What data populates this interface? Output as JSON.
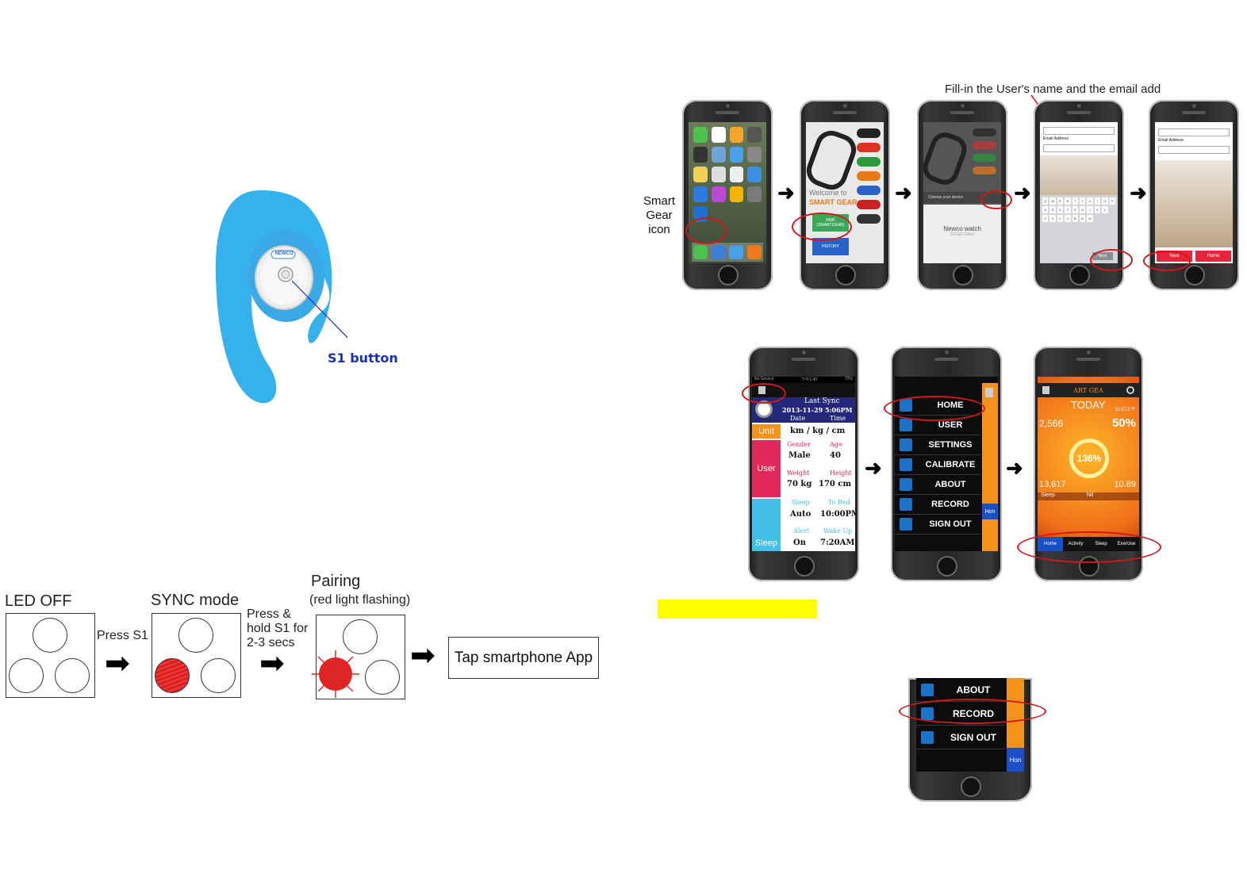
{
  "band": {
    "brand": "NEWCO",
    "s1_label": "S1 button"
  },
  "sequence": {
    "led_off": "LED OFF",
    "press_s1": "Press S1",
    "sync_mode": "SYNC mode",
    "press_hold": [
      "Press &",
      "hold S1 for",
      "2-3 secs"
    ],
    "pairing": "Pairing",
    "pairing_sub": "(red light flashing)",
    "tap": "Tap smartphone App"
  },
  "top_row": {
    "annotation": "Fill-in the User's name and the email add",
    "smart_gear_label": [
      "Smart",
      "Gear",
      "icon"
    ],
    "phone2": {
      "welcome": "Welcome to",
      "brand": "SMART GEAR",
      "btn1": "PAIR (SMARTGEAR)",
      "btn2": "HISTORY"
    },
    "phone3": {
      "choose": "Choose your device",
      "device": "Newco watch",
      "device_sub": "Smart Gear"
    },
    "phone4": {
      "email_label": "Email Address",
      "keys": [
        "Q",
        "W",
        "E",
        "R",
        "T",
        "Y",
        "U",
        "I",
        "O",
        "P",
        "A",
        "S",
        "D",
        "F",
        "G",
        "H",
        "J",
        "K",
        "L",
        "Z",
        "X",
        "C",
        "V",
        "B",
        "N",
        "M"
      ],
      "next": "Next"
    },
    "phone5": {
      "email_label": "Email Address",
      "next": "Next",
      "home": "Home"
    }
  },
  "settings_phone": {
    "status_left": "No Service",
    "status_time": "下午1:40",
    "status_right": "72%",
    "last_sync": "Last Sync",
    "date": "2013-11-29",
    "time": "5:06PM",
    "date_label": "Date",
    "time_label": "Time",
    "unit_label": "Unit",
    "unit_value": "km / kg / cm",
    "user_label": "User",
    "gender_label": "Gender",
    "gender": "Male",
    "age_label": "Age",
    "age": "40",
    "weight_label": "Weight",
    "weight": "70 kg",
    "height_label": "Height",
    "height": "170 cm",
    "sleep_label": "Sleep",
    "sleep_h": "Sleep",
    "sleep": "Auto",
    "tobed_h": "To Bed",
    "tobed": "10:00PM",
    "alert_h": "Alert",
    "alert": "On",
    "wakeup_h": "Wake Up",
    "wakeup": "7:20AM"
  },
  "menu_phone": {
    "items": [
      "HOME",
      "USER",
      "SETTINGS",
      "CALIBRATE",
      "ABOUT",
      "RECORD",
      "SIGN OUT"
    ],
    "side_home": "Hon"
  },
  "today_phone": {
    "header": "ART GEA",
    "today": "TODAY",
    "last_time": "11:57上午",
    "steps": "2,566",
    "percent": "50%",
    "gauge": "136%",
    "distance": "13,617",
    "calories": "10.89",
    "sleep": "Sleep",
    "nil": "Nil",
    "tabs": [
      "Home",
      "Activity",
      "Sleep",
      "Exercise"
    ]
  },
  "record_crop": {
    "items": [
      "ABOUT",
      "RECORD",
      "SIGN OUT"
    ],
    "side": "Hon"
  },
  "colors": {
    "band": "#35b2ee",
    "highlight": "#ffff00",
    "ring": "#d01818",
    "led_red": "#e02525"
  }
}
